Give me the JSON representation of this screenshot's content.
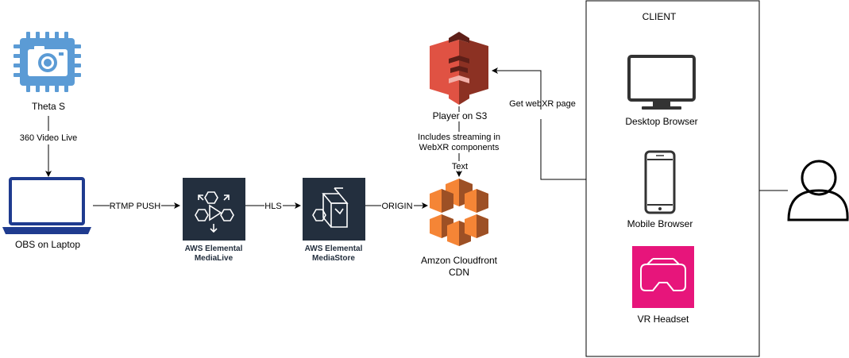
{
  "nodes": {
    "theta_s": {
      "label": "Theta S",
      "icon": "camera-chip-icon"
    },
    "laptop": {
      "label": "OBS on Laptop",
      "icon": "laptop-icon"
    },
    "medialive": {
      "label_line1": "AWS Elemental",
      "label_line2": "MediaLive",
      "icon": "aws-medialive-icon"
    },
    "mediastore": {
      "label_line1": "AWS Elemental",
      "label_line2": "MediaStore",
      "icon": "aws-mediastore-icon"
    },
    "cloudfront": {
      "label_line1": "Amzon Cloudfront",
      "label_line2": "CDN",
      "icon": "aws-cloudfront-icon"
    },
    "s3": {
      "label": "Player on S3",
      "icon": "aws-s3-icon"
    },
    "client": {
      "title": "CLIENT"
    },
    "desktop": {
      "label": "Desktop Browser",
      "icon": "monitor-icon"
    },
    "mobile": {
      "label": "Mobile Browser",
      "icon": "smartphone-icon"
    },
    "vr": {
      "label": "VR Headset",
      "icon": "vr-headset-icon"
    },
    "user": {
      "icon": "user-icon"
    }
  },
  "edges": {
    "theta_to_laptop": "360 Video Live",
    "laptop_to_medialive": "RTMP PUSH",
    "medialive_to_mediastore": "HLS",
    "mediastore_to_cloudfront": "ORIGIN",
    "s3_to_cloudfront_line1": "Includes streaming in",
    "s3_to_cloudfront_line2": "WebXR components",
    "s3_to_cloudfront_line3": "Text",
    "client_to_s3": "Get webXR page"
  },
  "colors": {
    "chip_blue": "#5b9bd5",
    "laptop_navy": "#1f3b8f",
    "aws_dark": "#232f3e",
    "s3_red": "#e05243",
    "s3_dark_red": "#8c3123",
    "cloudfront_orange": "#f58536",
    "cloudfront_dark": "#9d5025",
    "vr_pink": "#e7157b",
    "device_gray": "#333333"
  }
}
